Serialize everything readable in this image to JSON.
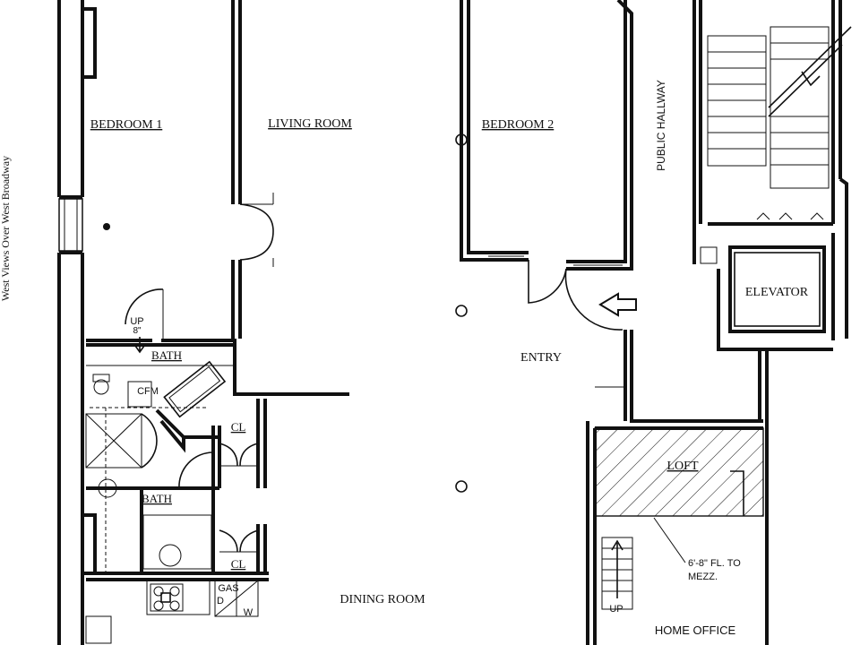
{
  "plan": {
    "side_note": "West Views Over West Broadway",
    "rooms": {
      "bedroom1": "BEDROOM 1",
      "living_room": "LIVING ROOM",
      "bedroom2": "BEDROOM 2",
      "public_hallway": "PUBLIC HALLWAY",
      "elevator": "ELEVATOR",
      "bath_upper": "BATH",
      "bath_lower": "BATH",
      "closet_upper": "CL",
      "closet_lower": "CL",
      "entry": "ENTRY",
      "loft": "LOFT",
      "dining_room": "DINING ROOM",
      "home_office": "HOME OFFICE"
    },
    "annotations": {
      "stair_up_label": "UP",
      "stair_up_height": "8\"",
      "cfm": "CFM",
      "gas": "GAS",
      "dryer": "D",
      "washer": "W",
      "mezz_line1": "6'-8\" FL. TO",
      "mezz_line2": "MEZZ.",
      "loft_stair_up": "UP"
    }
  }
}
